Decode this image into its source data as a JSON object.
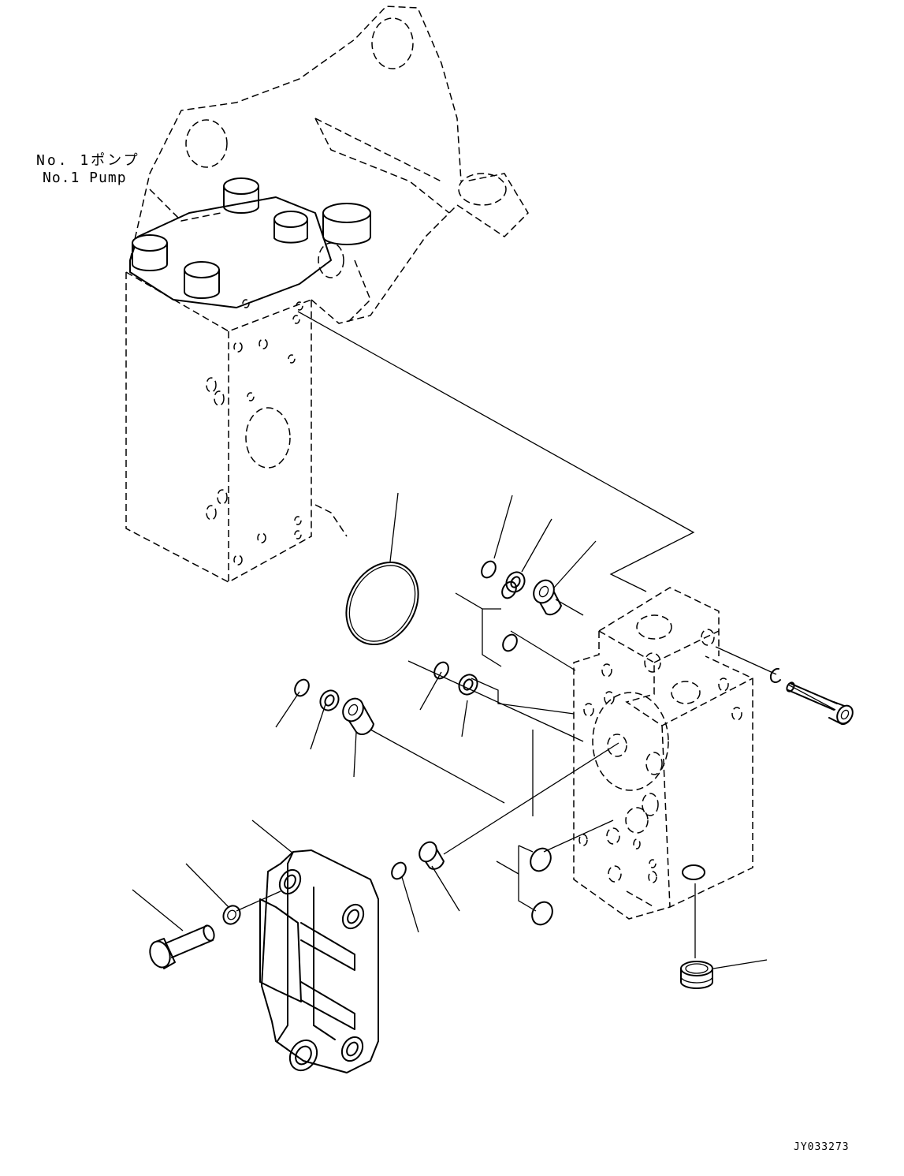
{
  "labels": {
    "pump_jp": "No. 1ポンプ",
    "pump_en": "No.1 Pump",
    "drawing_code": "JY033273"
  },
  "colors": {
    "ink": "#000000",
    "background": "#ffffff"
  }
}
